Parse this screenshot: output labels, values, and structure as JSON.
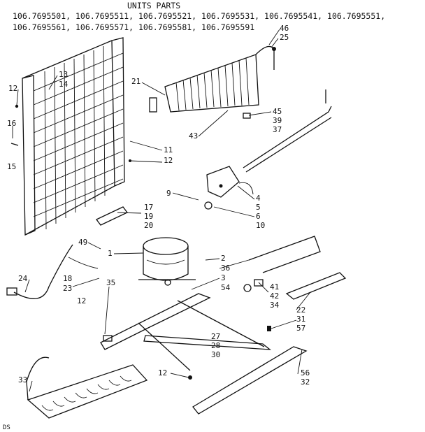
{
  "header": {
    "title": "UNITS PARTS",
    "models_line1": "106.7695501, 106.7695511, 106.7695521, 106.7695531, 106.7695541, 106.7695551,",
    "models_line2": "106.7695561, 106.7695571, 106.7695581, 106.7695591"
  },
  "footer": {
    "code": "DS"
  },
  "callouts": [
    {
      "id": "46",
      "text": "46"
    },
    {
      "id": "25",
      "text": "25"
    },
    {
      "id": "13",
      "text": "13"
    },
    {
      "id": "14",
      "text": "14"
    },
    {
      "id": "21",
      "text": "21"
    },
    {
      "id": "12a",
      "text": "12"
    },
    {
      "id": "16",
      "text": "16"
    },
    {
      "id": "15",
      "text": "15"
    },
    {
      "id": "11",
      "text": "11"
    },
    {
      "id": "12b",
      "text": "12"
    },
    {
      "id": "45",
      "text": "45"
    },
    {
      "id": "39",
      "text": "39"
    },
    {
      "id": "37",
      "text": "37"
    },
    {
      "id": "43",
      "text": "43"
    },
    {
      "id": "9",
      "text": "9"
    },
    {
      "id": "4",
      "text": "4"
    },
    {
      "id": "5",
      "text": "5"
    },
    {
      "id": "6",
      "text": "6"
    },
    {
      "id": "10",
      "text": "10"
    },
    {
      "id": "17",
      "text": "17"
    },
    {
      "id": "19",
      "text": "19"
    },
    {
      "id": "20",
      "text": "20"
    },
    {
      "id": "49",
      "text": "49"
    },
    {
      "id": "1",
      "text": "1"
    },
    {
      "id": "2",
      "text": "2"
    },
    {
      "id": "36",
      "text": "36"
    },
    {
      "id": "3",
      "text": "3"
    },
    {
      "id": "54",
      "text": "54"
    },
    {
      "id": "24",
      "text": "24"
    },
    {
      "id": "18",
      "text": "18"
    },
    {
      "id": "23",
      "text": "23"
    },
    {
      "id": "12c",
      "text": "12"
    },
    {
      "id": "35",
      "text": "35"
    },
    {
      "id": "41",
      "text": "41"
    },
    {
      "id": "42",
      "text": "42"
    },
    {
      "id": "34",
      "text": "34"
    },
    {
      "id": "22",
      "text": "22"
    },
    {
      "id": "31",
      "text": "31"
    },
    {
      "id": "57",
      "text": "57"
    },
    {
      "id": "27",
      "text": "27"
    },
    {
      "id": "28",
      "text": "28"
    },
    {
      "id": "30",
      "text": "30"
    },
    {
      "id": "12d",
      "text": "12"
    },
    {
      "id": "33",
      "text": "33"
    },
    {
      "id": "56",
      "text": "56"
    },
    {
      "id": "32",
      "text": "32"
    }
  ]
}
